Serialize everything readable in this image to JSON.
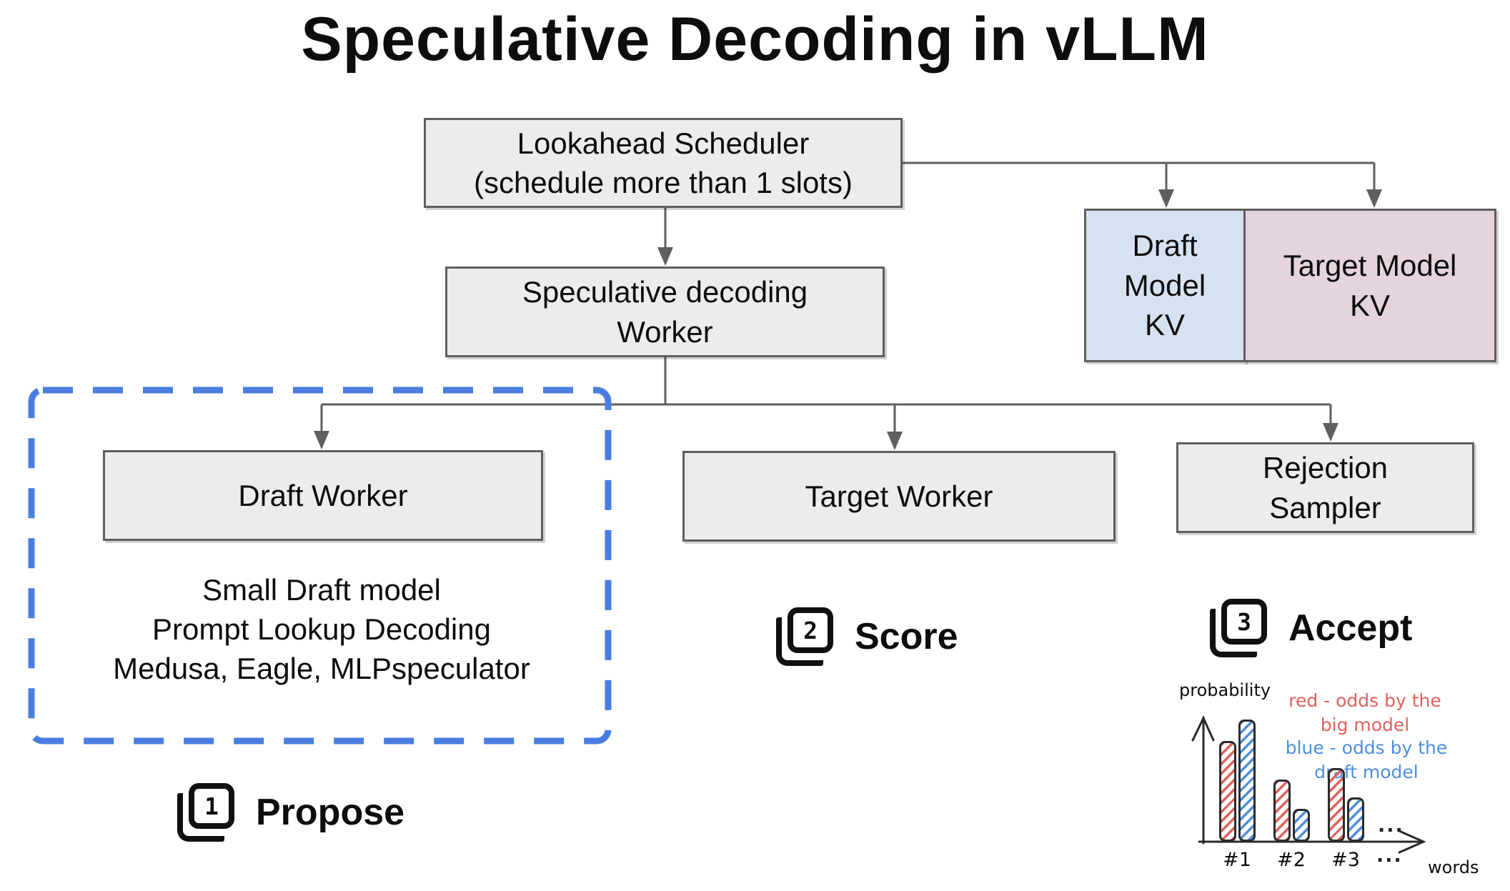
{
  "title": "Speculative Decoding in vLLM",
  "colors": {
    "node_fill": "#ececec",
    "node_border": "#5f5f5f",
    "connector": "#5f5f5f",
    "draft_kv_fill": "#d6e2f1",
    "target_kv_fill": "#e5d3de",
    "dashed_highlight_blue": "#4a7de1",
    "sketch_red": "#e0625c",
    "sketch_blue": "#4f8fdd"
  },
  "nodes": {
    "scheduler": "Lookahead Scheduler\n(schedule more than 1 slots)",
    "spec_worker": "Speculative decoding\nWorker",
    "draft_kv": "Draft\nModel\nKV",
    "target_kv": "Target Model\nKV",
    "draft_worker": "Draft Worker",
    "target_worker": "Target Worker",
    "rejection_sampler": "Rejection\nSampler"
  },
  "draft_methods": "Small Draft model\nPrompt Lookup Decoding\nMedusa, Eagle, MLPspeculator",
  "steps": [
    {
      "num": "1",
      "label": "Propose"
    },
    {
      "num": "2",
      "label": "Score"
    },
    {
      "num": "3",
      "label": "Accept"
    }
  ],
  "chart_data": {
    "type": "bar",
    "title": "",
    "ylabel": "probability",
    "xlabel": "words",
    "categories": [
      "#1",
      "#2",
      "#3"
    ],
    "series": [
      {
        "name": "red - odds by the\nbig model",
        "color": "#e0625c",
        "values": [
          0.62,
          0.38,
          0.45
        ]
      },
      {
        "name": "blue - odds by the\ndraft model",
        "color": "#4f8fdd",
        "values": [
          0.75,
          0.2,
          0.27
        ]
      }
    ],
    "ylim": [
      0,
      1
    ],
    "x_overflow_marks": "...",
    "grid": false,
    "legend_position": "top-right"
  }
}
